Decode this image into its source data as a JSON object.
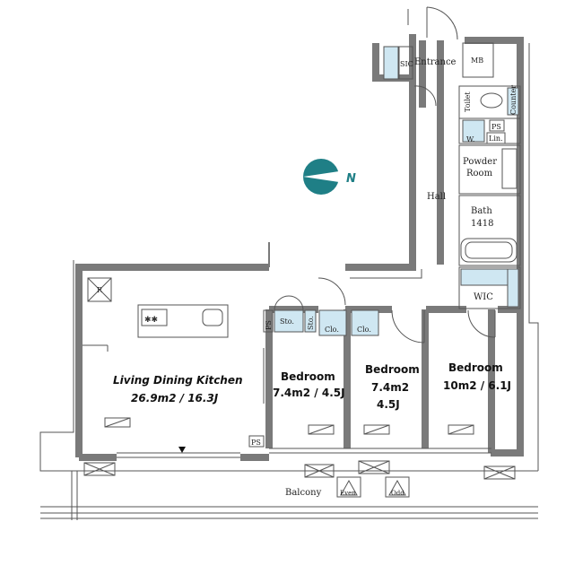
{
  "rooms": {
    "ldk": {
      "name": "Living Dining Kitchen",
      "area": "26.9m2 / 16.3J"
    },
    "bed1": {
      "name": "Bedroom",
      "area_line1": "7.4m2 / 4.5J"
    },
    "bed2": {
      "name": "Bedroom",
      "area_line1": "7.4m2",
      "area_line2": "4.5J"
    },
    "bed3": {
      "name": "Bedroom",
      "area": "10m2 / 6.1J"
    }
  },
  "labels": {
    "sic": "SIC",
    "entrance": "Entrance",
    "mb": "MB",
    "toilet": "Toilet",
    "counter": "Counter",
    "w": "W.",
    "ps": "PS",
    "lin": "Lin.",
    "powder_room_1": "Powder",
    "powder_room_2": "Room",
    "hall": "Hall",
    "bath": "Bath",
    "bath_size": "1418",
    "wic": "WIC",
    "sto": "Sto.",
    "clo": "Clo.",
    "r": "R",
    "balcony": "Balcony",
    "even": "Even",
    "odd": "Odd",
    "north": "N"
  },
  "colors": {
    "wall": "#7a7a7a",
    "storage_fill": "#cfe7f2",
    "compass": "#1f7f86"
  }
}
